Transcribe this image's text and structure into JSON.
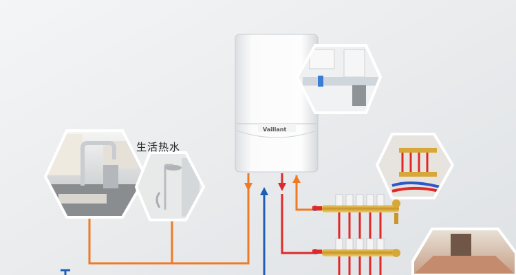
{
  "labels": {
    "hot_water": "生活热水",
    "boiler_brand": "Vaillant"
  },
  "colors": {
    "background": "#eceef0",
    "hot_pipe": "#f07a24",
    "cold_pipe": "#1d5fb3",
    "heating_pipe": "#e02828",
    "manifold_brass": "#d7a838",
    "hex_border": "#ffffff",
    "boiler_body": "#f5f6f7"
  },
  "icons": {
    "kitchen_tap": "kitchen-faucet-photo",
    "shower": "shower-head-photo",
    "kitchen": "kitchen-photo",
    "manifold": "manifold-photo",
    "floor": "floor-heating-photo"
  }
}
